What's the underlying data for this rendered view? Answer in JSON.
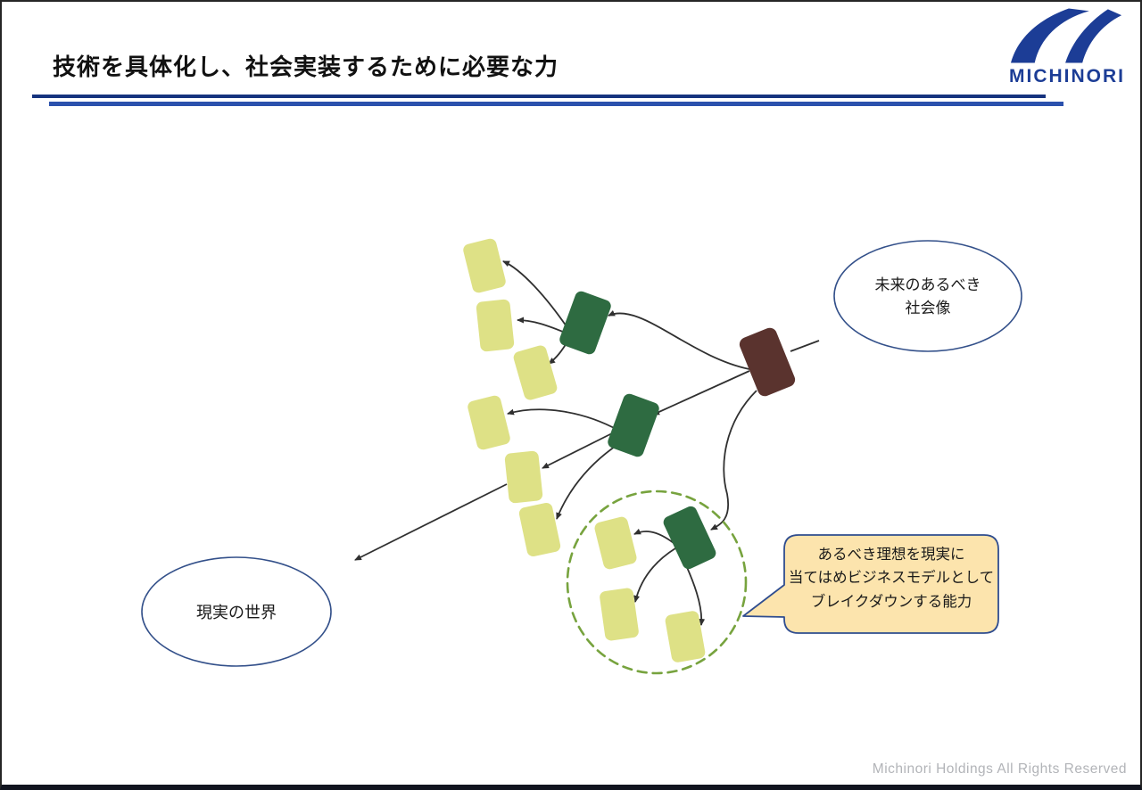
{
  "header": {
    "title": "技術を具体化し、社会実装するために必要な力"
  },
  "logo": {
    "text": "MICHINORI"
  },
  "diagram": {
    "future_ellipse": {
      "line1": "未来のあるべき",
      "line2": "社会像"
    },
    "reality_ellipse": {
      "label": "現実の世界"
    },
    "callout": {
      "line1": "あるべき理想を現実に",
      "line2": "当てはめビジネスモデルとして",
      "line3": "ブレイクダウンする能力"
    }
  },
  "footer": {
    "copyright": "Michinori Holdings All Rights Reserved"
  },
  "colors": {
    "node_green": "#2e6b41",
    "node_yellow": "#dee186",
    "node_brown": "#5a332e",
    "dashed_ellipse_green": "#77a33e",
    "ellipse_border_navy": "#33508a",
    "callout_fill": "#fce4ad",
    "callout_border_navy": "#2f4d8f",
    "rule_dark_navy": "#16337e",
    "rule_light_blue": "#2b51ad",
    "logo_blue": "#1c3d96",
    "arrow_black": "#303030",
    "footer_gray": "#b2b4b8"
  }
}
